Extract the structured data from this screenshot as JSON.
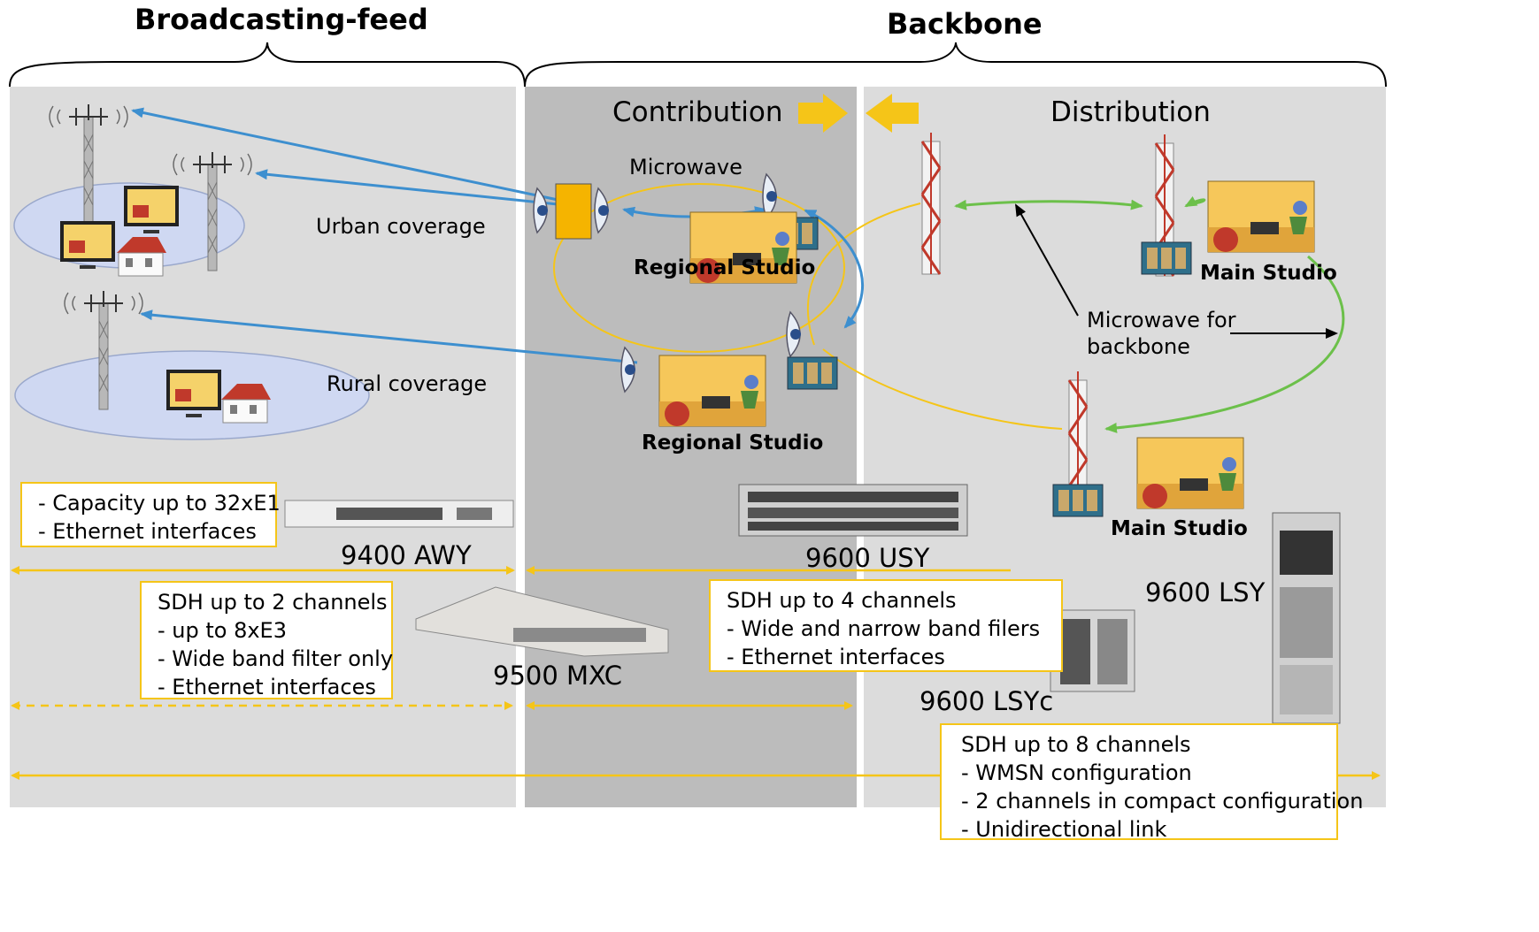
{
  "sections": {
    "broadcasting_feed": "Broadcasting-feed",
    "backbone": "Backbone",
    "contribution": "Contribution",
    "distribution": "Distribution"
  },
  "labels": {
    "microwave": "Microwave",
    "urban_coverage": "Urban coverage",
    "rural_coverage": "Rural coverage",
    "regional_studio_top": "Regional Studio",
    "regional_studio_bottom": "Regional Studio",
    "main_studio_top": "Main Studio",
    "main_studio_bottom": "Main Studio",
    "microwave_backbone_l1": "Microwave for",
    "microwave_backbone_l2": "backbone"
  },
  "products": {
    "awy": "9400 AWY",
    "usy": "9600 USY",
    "mxc": "9500 MXC",
    "lsy": "9600 LSY",
    "lsyc": "9600 LSYc"
  },
  "feature_boxes": {
    "awy": [
      "- Capacity up to 32xE1",
      "- Ethernet interfaces"
    ],
    "mxc": [
      "SDH up to 2 channels",
      "- up to 8xE3",
      "- Wide band filter only",
      "- Ethernet interfaces"
    ],
    "usy": [
      "SDH up to 4 channels",
      "- Wide and narrow band filers",
      "- Ethernet interfaces"
    ],
    "lsy": [
      "SDH up to 8 channels",
      "- WMSN configuration",
      "- 2 channels in compact configuration",
      "- Unidirectional link"
    ]
  },
  "colors": {
    "panel_light": "#dcdcdc",
    "panel_dark": "#bcbcbc",
    "accent_yellow": "#f5c518",
    "link_blue": "#3d8fcf",
    "link_green": "#6cc04a",
    "coverage_fill": "#cfd8f2"
  }
}
